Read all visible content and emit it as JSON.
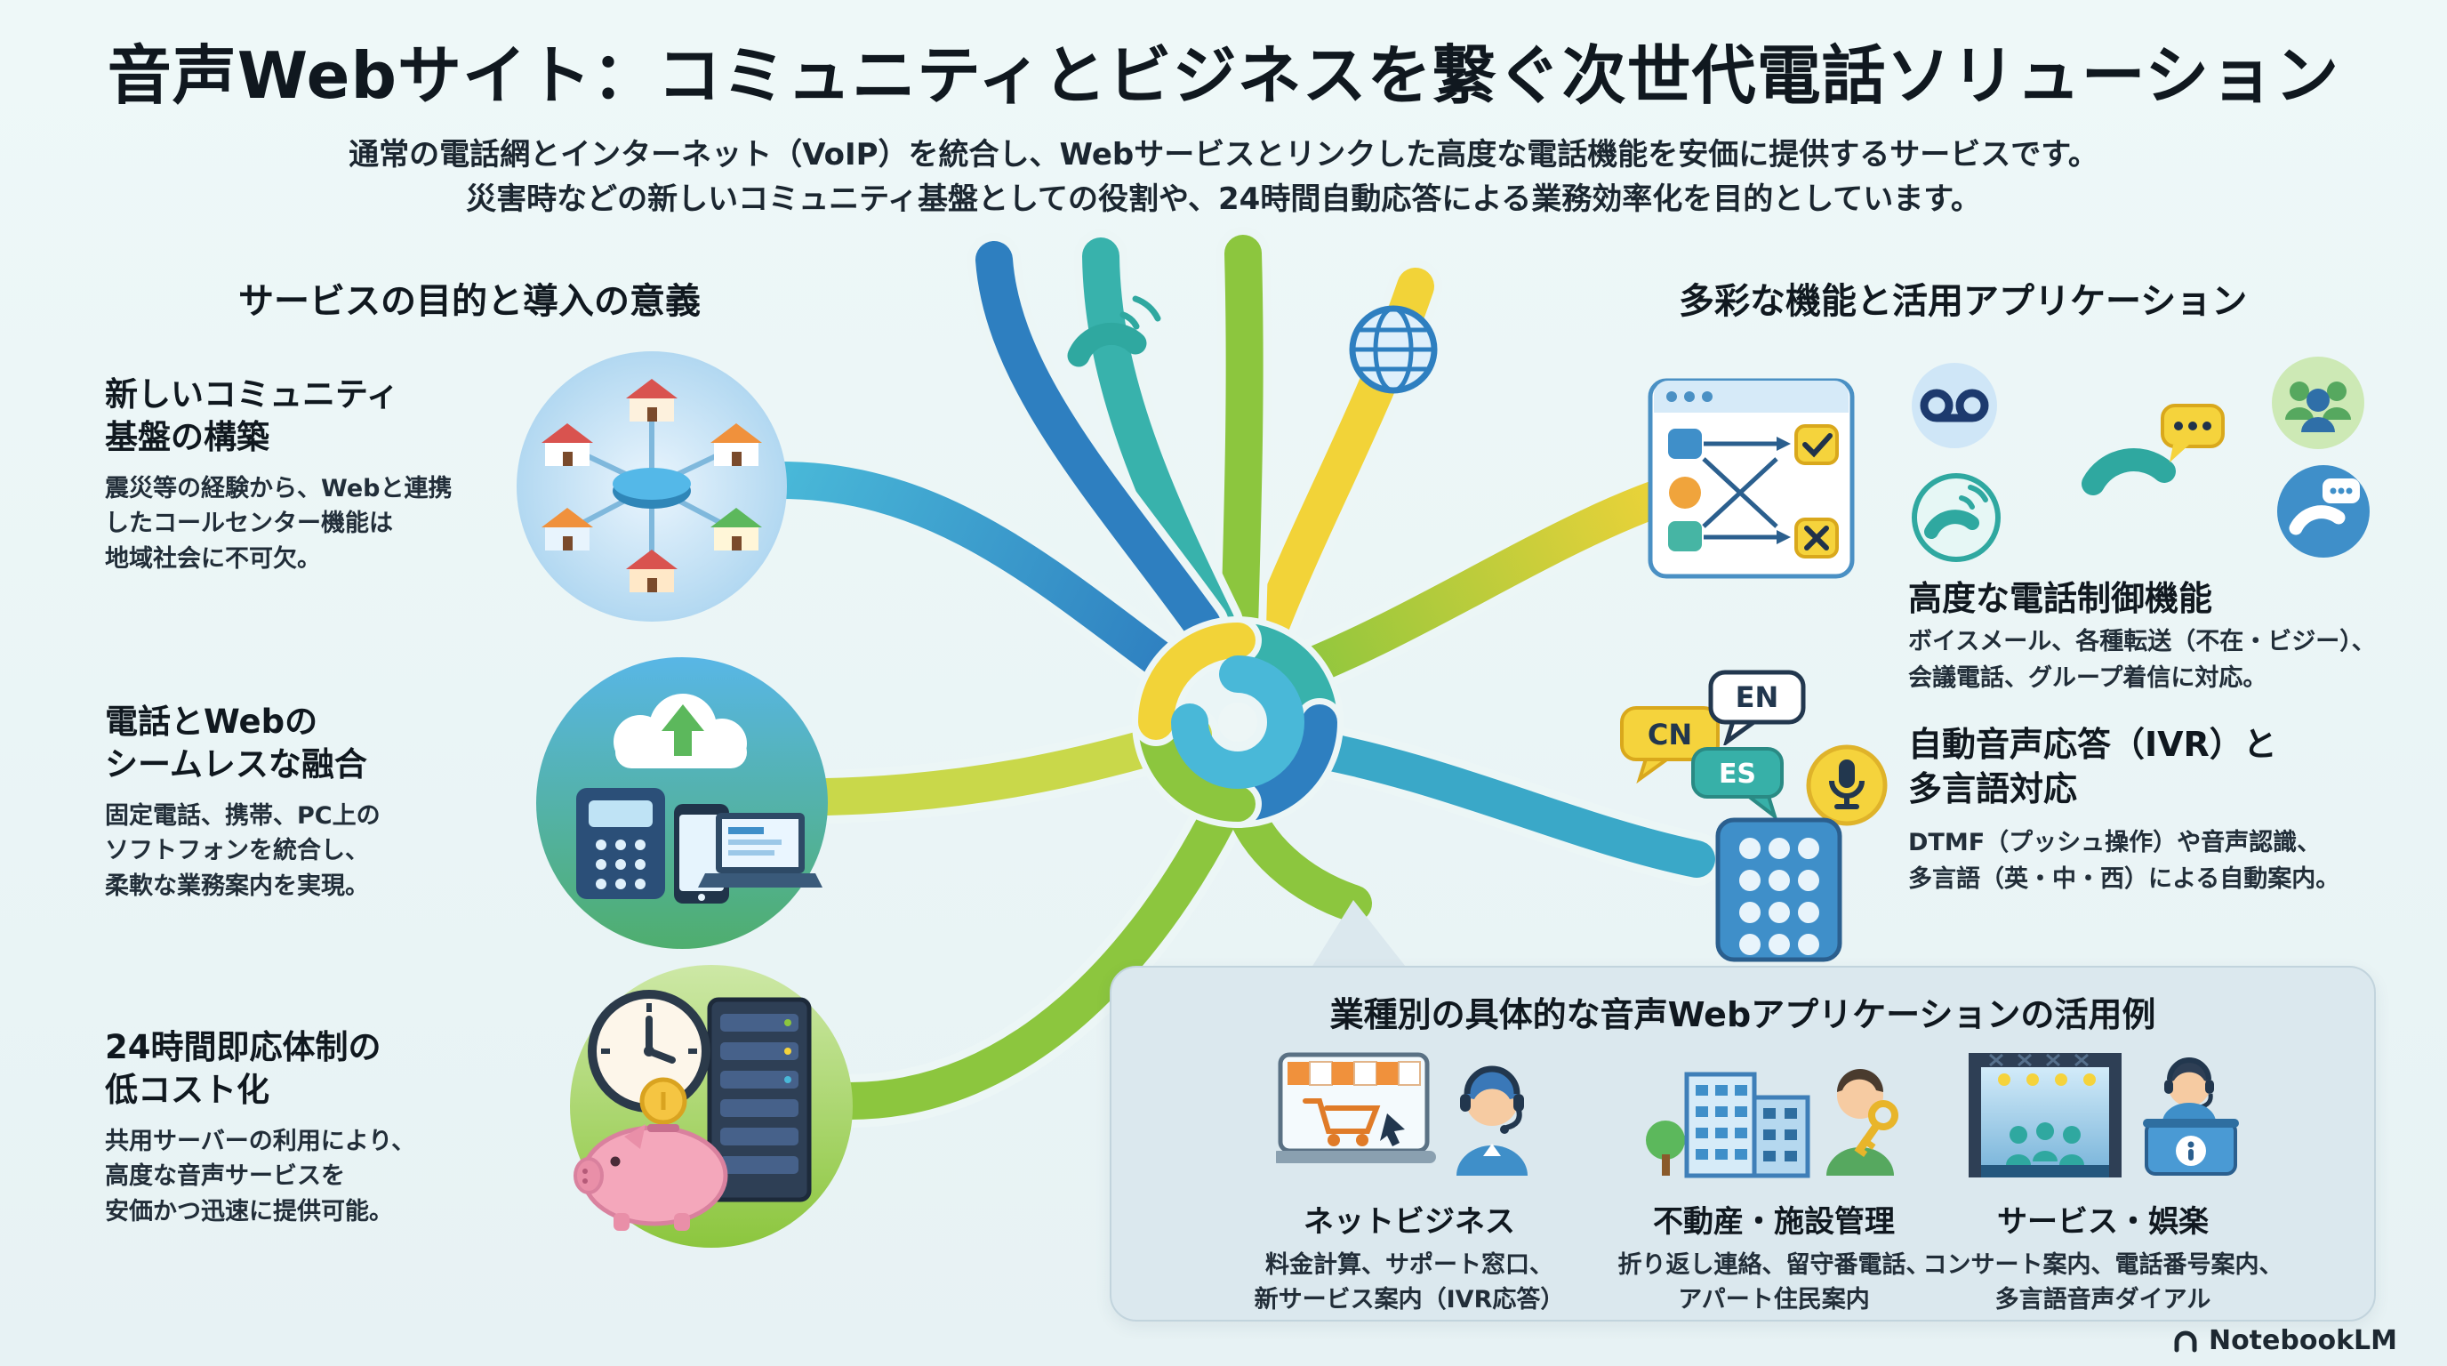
{
  "brand": {
    "name": "NotebookLM"
  },
  "header": {
    "title": "音声Webサイト：コミュニティとビジネスを繋ぐ次世代電話ソリューション",
    "subtitle_lines": [
      "通常の電話網とインターネット（VoIP）を統合し、Webサービスとリンクした高度な電話機能を安価に提供するサービスです。",
      "災害時などの新しいコミュニティ基盤としての役割や、24時間自動応答による業務効率化を目的としています。"
    ]
  },
  "left_section": {
    "header": "サービスの目的と導入の意義",
    "items": [
      {
        "title": "新しいコミュニティ\n基盤の構築",
        "body": "震災等の経験から、Webと連携\nしたコールセンター機能は\n地域社会に不可欠。",
        "icon": "community-network-icon"
      },
      {
        "title": "電話とWebの\nシームレスな融合",
        "body": "固定電話、携帯、PC上の\nソフトフォンを統合し、\n柔軟な業務案内を実現。",
        "icon": "cloud-devices-icon"
      },
      {
        "title": "24時間即応体制の\n低コスト化",
        "body": "共用サーバーの利用により、\n高度な音声サービスを\n安価かつ迅速に提供可能。",
        "icon": "clock-server-piggybank-icon"
      }
    ]
  },
  "right_section": {
    "header": "多彩な機能と活用アプリケーション",
    "items": [
      {
        "title": "高度な電話制御機能",
        "body": "ボイスメール、各種転送（不在・ビジー）、\n会議電話、グループ着信に対応。",
        "icons": [
          "call-flowchart-icon",
          "voicemail-icon",
          "group-call-icon",
          "phone-message-icon",
          "phone-signal-icon",
          "phone-chat-icon"
        ]
      },
      {
        "title": "自動音声応答（IVR）と\n多言語対応",
        "body": "DTMF（プッシュ操作）や音声認識、\n多言語（英・中・西）による自動案内。",
        "language_bubbles": [
          "CN",
          "EN",
          "ES"
        ],
        "icons": [
          "language-bubbles-icon",
          "microphone-icon",
          "dial-keypad-icon"
        ]
      }
    ]
  },
  "use_cases_panel": {
    "header": "業種別の具体的な音声Webアプリケーションの活用例",
    "cases": [
      {
        "title": "ネットビジネス",
        "body": "料金計算、サポート窓口、\n新サービス案内（IVR応答）",
        "icons": [
          "storefront-laptop-icon",
          "support-agent-icon"
        ]
      },
      {
        "title": "不動産・施設管理",
        "body": "折り返し連絡、留守番電話、\nアパート住民案内",
        "icons": [
          "office-buildings-icon",
          "key-person-icon"
        ]
      },
      {
        "title": "サービス・娯楽",
        "body": "コンサート案内、電話番号案内、\n多言語音声ダイアル",
        "icons": [
          "concert-stage-icon",
          "info-desk-agent-icon"
        ]
      }
    ]
  },
  "colors": {
    "background": "#e9f4f5",
    "ribbon_blue": "#2e7fc0",
    "ribbon_teal": "#38b2ac",
    "ribbon_green": "#8cc63e",
    "ribbon_yellow": "#f2d338",
    "panel_bg": "#dbe8ee",
    "text_dark": "#10181f"
  }
}
